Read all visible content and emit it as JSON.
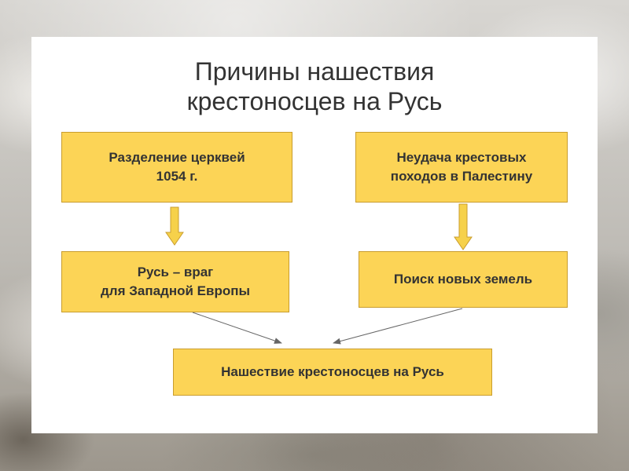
{
  "slide": {
    "title_line1": "Причины нашествия",
    "title_line2": "крестоносцев на Русь"
  },
  "diagram": {
    "box_split": "Разделение церквей\n1054 г.",
    "box_fail": "Неудача крестовых\nпоходов в Палестину",
    "box_enemy": "Русь – враг\nдля Западной Европы",
    "box_search": "Поиск новых земель",
    "box_invasion": "Нашествие крестоносцев на Русь"
  },
  "colors": {
    "box_fill": "#fcd456",
    "box_border": "#c99d2e",
    "arrow_fill": "#f6d14a",
    "text": "#333333"
  },
  "icons": [
    "block-arrow-down-icon",
    "thin-arrow-icon"
  ]
}
